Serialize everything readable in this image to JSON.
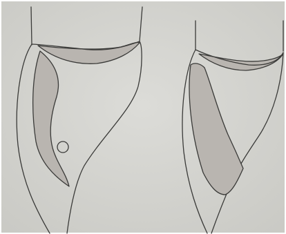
{
  "colors": {
    "paper": "#dcdcd8",
    "paper_edge": "#c9c9c4",
    "ink": "#3a3a38",
    "shade": "#b9b5b0"
  },
  "figures": [
    {
      "id": "left",
      "shape": "tooth-section",
      "features": [
        "shaded-region",
        "small-circle"
      ]
    },
    {
      "id": "right",
      "shape": "tooth-section",
      "features": [
        "shaded-region"
      ]
    }
  ]
}
